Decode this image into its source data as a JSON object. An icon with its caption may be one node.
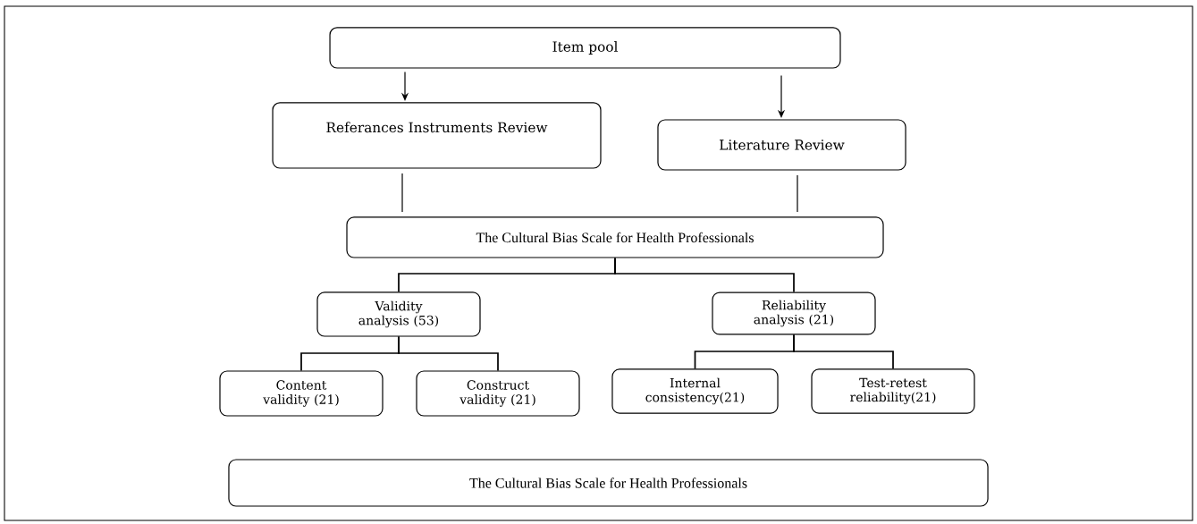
{
  "diagram": {
    "nodes": [
      {
        "text": [
          "Item pool"
        ]
      },
      {
        "text": [
          "Referances Instruments Review"
        ]
      },
      {
        "text": [
          "Literature Review"
        ]
      },
      {
        "text": [
          "The Cultural Bias Scale for Health Professionals"
        ]
      },
      {
        "text": [
          "Validity analysis (53)"
        ]
      },
      {
        "text": [
          "Reliability analysis (21)"
        ]
      },
      {
        "text": [
          "Content validity (21)"
        ]
      },
      {
        "text": [
          "Construct validity (21)"
        ]
      },
      {
        "text": [
          "Internal consistency(21)"
        ]
      },
      {
        "text": [
          "Test-retest reliability(21)"
        ]
      },
      {
        "text": [
          "The Cultural Bias Scale for Health Professionals"
        ]
      }
    ],
    "edges": [
      {
        "from": 0,
        "to": 1,
        "arrow": "to"
      },
      {
        "from": 0,
        "to": 2,
        "arrow": "to"
      },
      {
        "from": 1,
        "to": 3,
        "arrow": "none"
      },
      {
        "from": 2,
        "to": 3,
        "arrow": "none"
      },
      {
        "from": 3,
        "to": 4,
        "arrow": "none"
      },
      {
        "from": 3,
        "to": 5,
        "arrow": "none"
      },
      {
        "from": 4,
        "to": 6,
        "arrow": "none"
      },
      {
        "from": 4,
        "to": 7,
        "arrow": "none"
      },
      {
        "from": 5,
        "to": 8,
        "arrow": "none"
      },
      {
        "from": 5,
        "to": 9,
        "arrow": "none"
      }
    ]
  }
}
